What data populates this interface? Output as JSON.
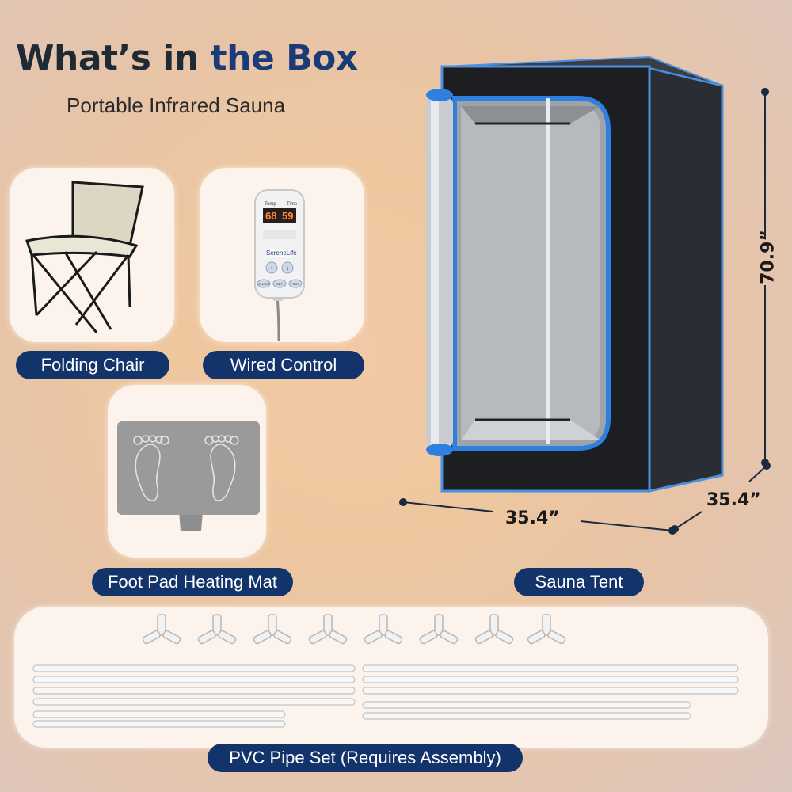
{
  "heading": {
    "title_part1": "What’s in",
    "title_part2": "the Box",
    "subtitle": "Portable Infrared Sauna"
  },
  "items": {
    "folding_chair": "Folding Chair",
    "wired_control": "Wired Control",
    "foot_pad": "Foot Pad Heating Mat",
    "sauna_tent": "Sauna Tent",
    "pvc_pipe": "PVC Pipe Set (Requires Assembly)"
  },
  "dimensions": {
    "height": "70.9”",
    "width": "35.4”",
    "depth": "35.4”"
  },
  "controller": {
    "label_temp": "Temp",
    "label_time": "Time",
    "temp_value": "68",
    "time_value": "59",
    "brand": "SereneLife",
    "btn_power": "ON/OFF",
    "btn_set": "SET",
    "btn_foot": "FOOT"
  },
  "colors": {
    "accent": "#1b3b78",
    "pill": "#13336b",
    "tent_trim": "#2f7fe0"
  }
}
